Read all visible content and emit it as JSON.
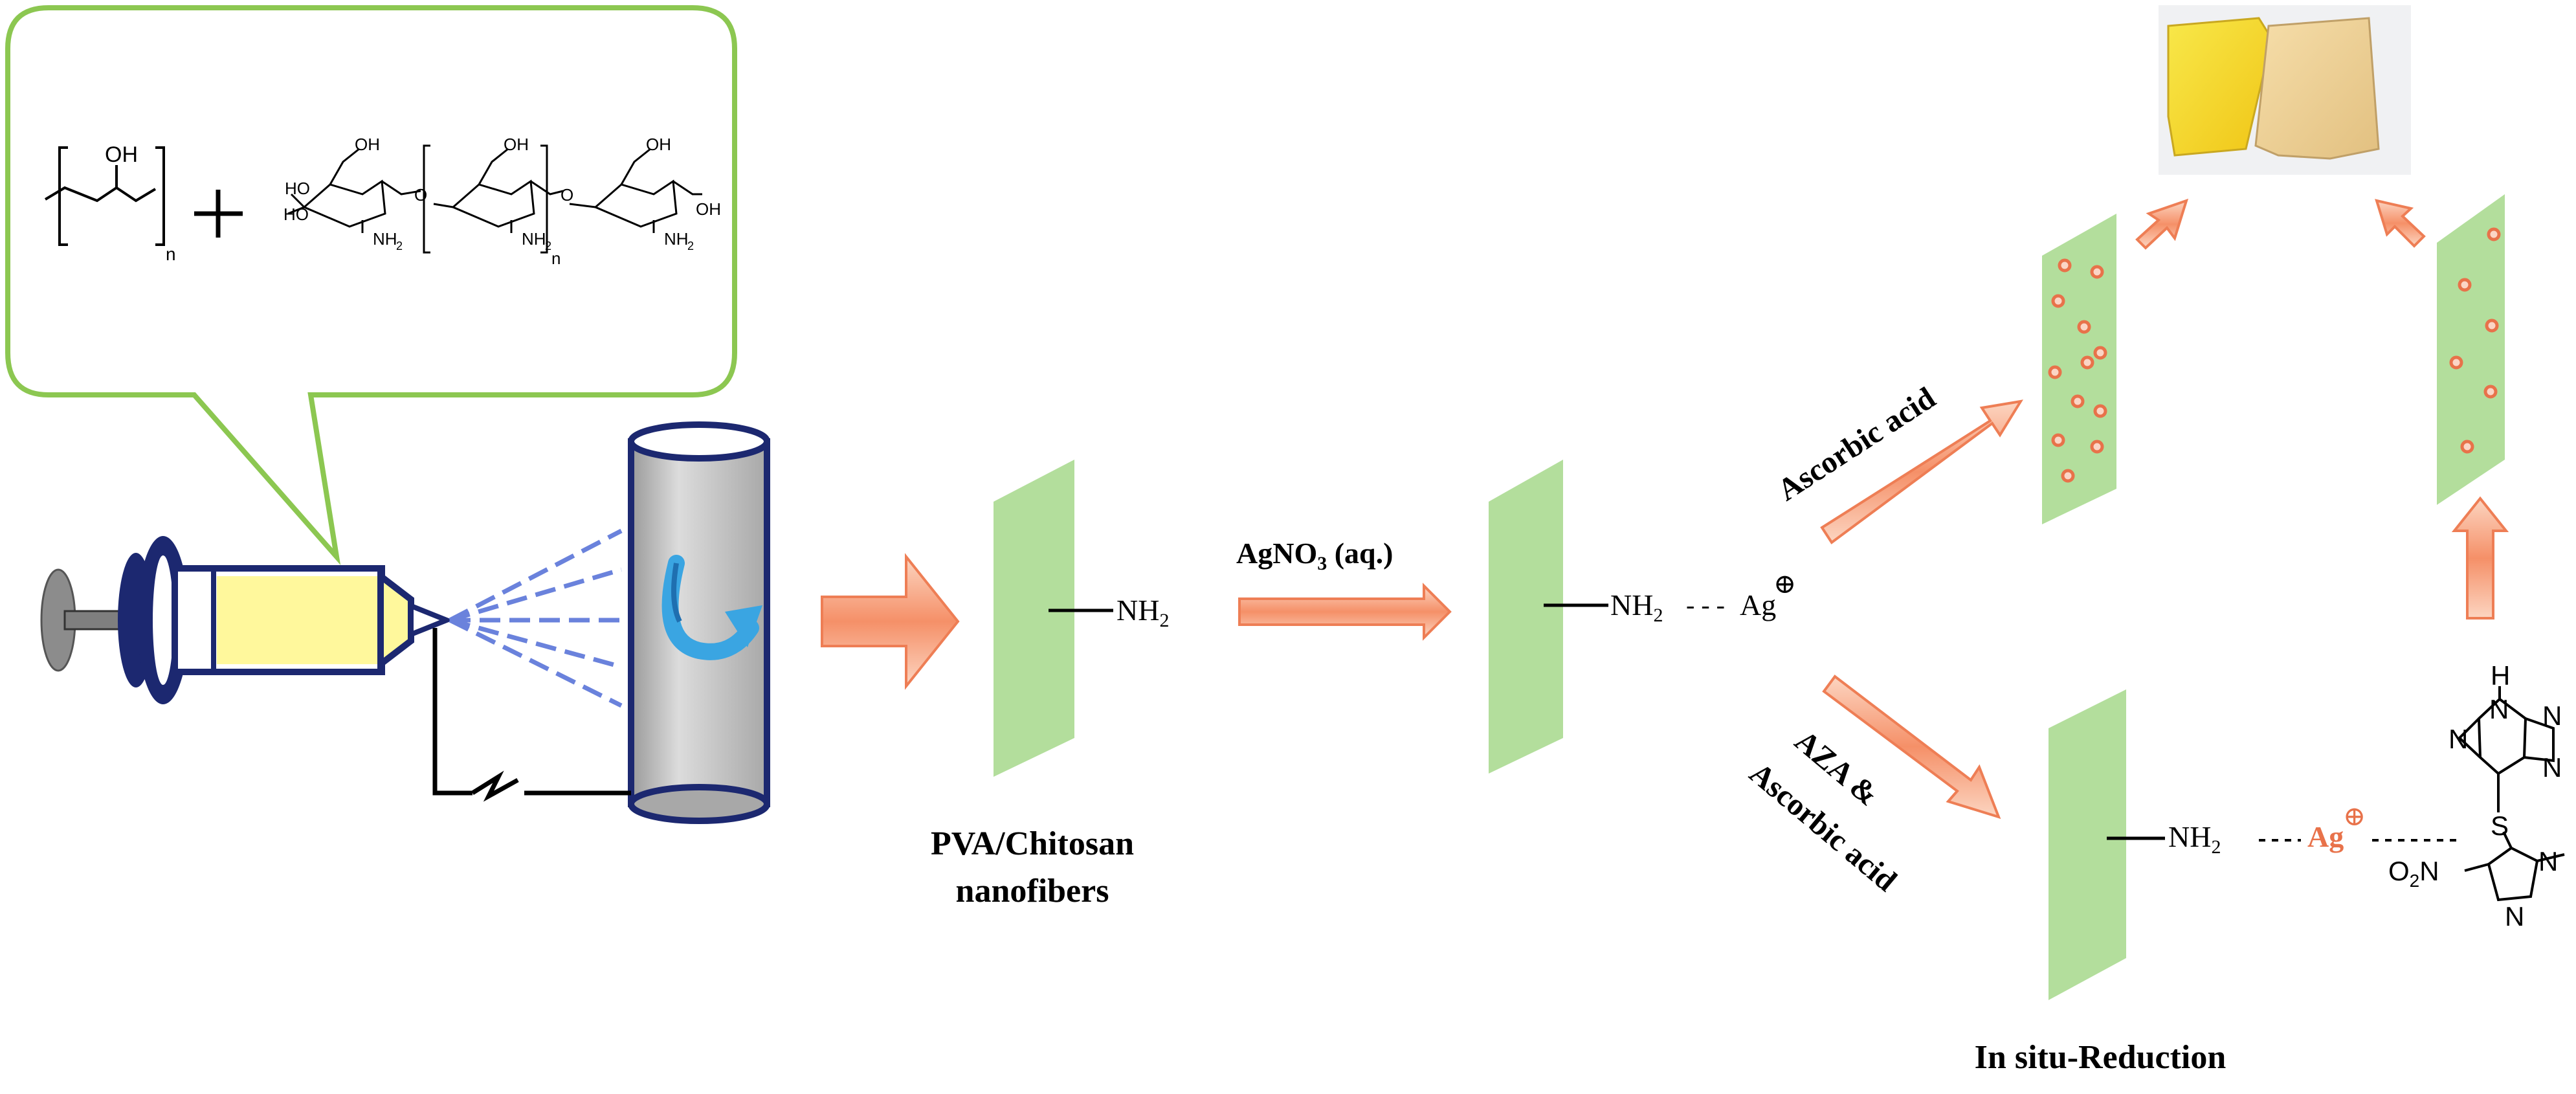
{
  "colors": {
    "bubble_border": "#8cc751",
    "fiber_mat": "#b3de9c",
    "arrow_fill": "#f6a07c",
    "arrow_stroke": "#ee7e55",
    "silver": "#e8724a",
    "syringe_navy": "#1c2870",
    "barrel_fill": "#fff89c",
    "spray_blue": "#6a82dc",
    "drum_grey": "#bdbdbd",
    "rotate_arrow": "#3aa5e2"
  },
  "icons": {
    "syringe": "syringe-icon",
    "collector": "rotating-drum-icon",
    "voltage": "high-voltage-icon"
  },
  "polymer": {
    "pva_oh": "OH",
    "pva_n": "n",
    "plus": "+",
    "chitosan_oh": "OH",
    "chitosan_ho": "HO",
    "chitosan_nh2": "NH",
    "chitosan_sub2": "2",
    "chitosan_n": "n",
    "chitosan_o": "O"
  },
  "step1": {
    "label_line1": "PVA/Chitosan",
    "label_line2": "nanofibers",
    "group": "NH",
    "group_sub": "2"
  },
  "step2": {
    "reagent": "AgNO",
    "reagent_sub": "3",
    "reagent_tail": " (aq.)",
    "group": "NH",
    "group_sub": "2",
    "bond": "- - -",
    "ion": "Ag",
    "charge": "⊕"
  },
  "branch_top": {
    "reagent": "Ascorbic acid"
  },
  "branch_bottom": {
    "reagent_line1": "AZA &",
    "reagent_line2": "Ascorbic acid",
    "group": "NH",
    "group_sub": "2",
    "ion": "Ag",
    "charge": "⊕",
    "caption": "In situ-Reduction"
  },
  "aza": {
    "h": "H",
    "n": "N",
    "s": "S",
    "o2n": "O",
    "o2n_sub": "2",
    "o2n_tail": "N"
  }
}
